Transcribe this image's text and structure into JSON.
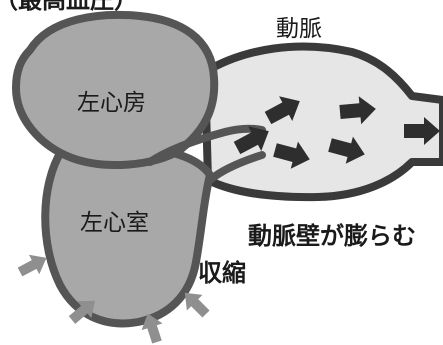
{
  "labels": {
    "top_caption": "（最高血圧）",
    "artery": "動脈",
    "left_atrium": "左心房",
    "left_ventricle": "左心室",
    "artery_wall_expands": "動脈壁が膨らむ",
    "contraction": "収縮"
  },
  "icons": {
    "flow_arrow": "right-arrow-icon",
    "pressure_arrow": "inward-arrow-icon"
  },
  "colors": {
    "heart_fill": "#a8a8a8",
    "heart_outline": "#555555",
    "artery_fill": "#e6e6e6",
    "artery_outline": "#3a3a3a",
    "flow_arrow": "#2e2e2e",
    "pressure_arrow": "#8f8f8f",
    "text": "#1a1a1a"
  }
}
